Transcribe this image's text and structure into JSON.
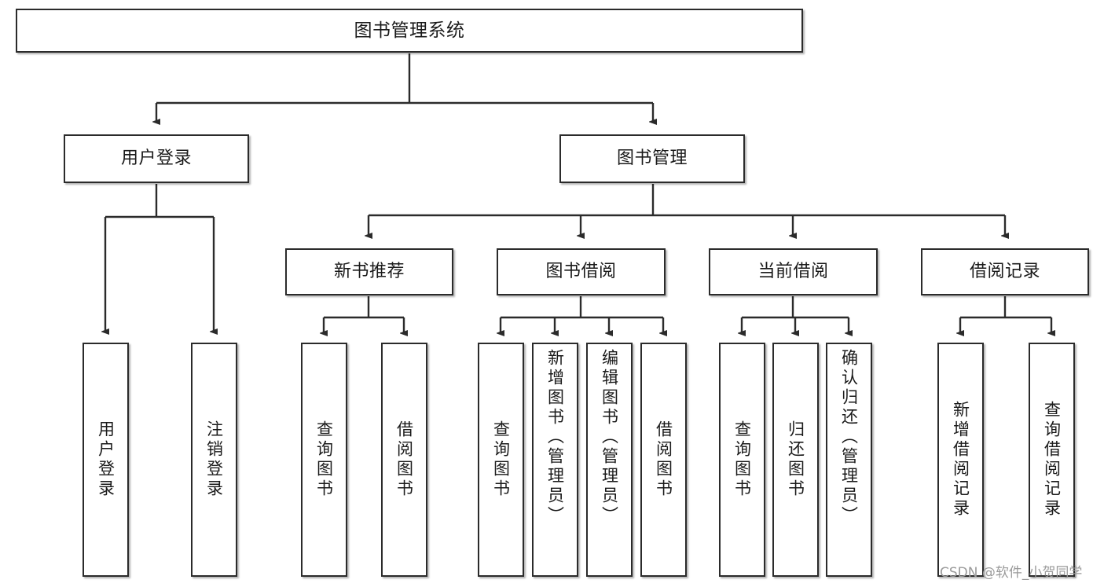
{
  "diagram": {
    "type": "hierarchy-tree",
    "title": "图书管理系统",
    "root": {
      "id": "root",
      "label": "图书管理系统",
      "orientation": "horizontal"
    },
    "level2": [
      {
        "id": "user-login",
        "label": "用户登录",
        "orientation": "horizontal"
      },
      {
        "id": "book-management",
        "label": "图书管理",
        "orientation": "horizontal"
      }
    ],
    "level3": [
      {
        "id": "new-book-recommend",
        "label": "新书推荐",
        "orientation": "horizontal",
        "parent": "book-management"
      },
      {
        "id": "book-borrow",
        "label": "图书借阅",
        "orientation": "horizontal",
        "parent": "book-management"
      },
      {
        "id": "current-borrow",
        "label": "当前借阅",
        "orientation": "horizontal",
        "parent": "book-management"
      },
      {
        "id": "borrow-record",
        "label": "借阅记录",
        "orientation": "horizontal",
        "parent": "book-management"
      }
    ],
    "leaves": [
      {
        "id": "leaf-user-login",
        "label": "用户登录",
        "parent": "user-login"
      },
      {
        "id": "leaf-logout-login",
        "label": "注销登录",
        "parent": "user-login"
      },
      {
        "id": "leaf-query-book-1",
        "label": "查询图书",
        "parent": "new-book-recommend"
      },
      {
        "id": "leaf-borrow-book-1",
        "label": "借阅图书",
        "parent": "new-book-recommend"
      },
      {
        "id": "leaf-query-book-2",
        "label": "查询图书",
        "parent": "book-borrow"
      },
      {
        "id": "leaf-add-book",
        "label": "新增图书（管理员）",
        "parent": "book-borrow"
      },
      {
        "id": "leaf-edit-book",
        "label": "编辑图书（管理员）",
        "parent": "book-borrow"
      },
      {
        "id": "leaf-borrow-book-2",
        "label": "借阅图书",
        "parent": "book-borrow"
      },
      {
        "id": "leaf-query-book-3",
        "label": "查询图书",
        "parent": "current-borrow"
      },
      {
        "id": "leaf-return-book",
        "label": "归还图书",
        "parent": "current-borrow"
      },
      {
        "id": "leaf-confirm-return",
        "label": "确认归还（管理员）",
        "parent": "current-borrow"
      },
      {
        "id": "leaf-add-record",
        "label": "新增借阅记录",
        "parent": "borrow-record"
      },
      {
        "id": "leaf-query-record",
        "label": "查询借阅记录",
        "parent": "borrow-record"
      }
    ],
    "colors": {
      "background": "#ffffff",
      "node_fill": "#ffffff",
      "node_border": "#2b2b2b",
      "connector": "#2b2b2b",
      "text": "#1a1a1a",
      "watermark": "#9a9a9a"
    }
  },
  "watermark": {
    "text": "CSDN @软件_小贺同学"
  }
}
